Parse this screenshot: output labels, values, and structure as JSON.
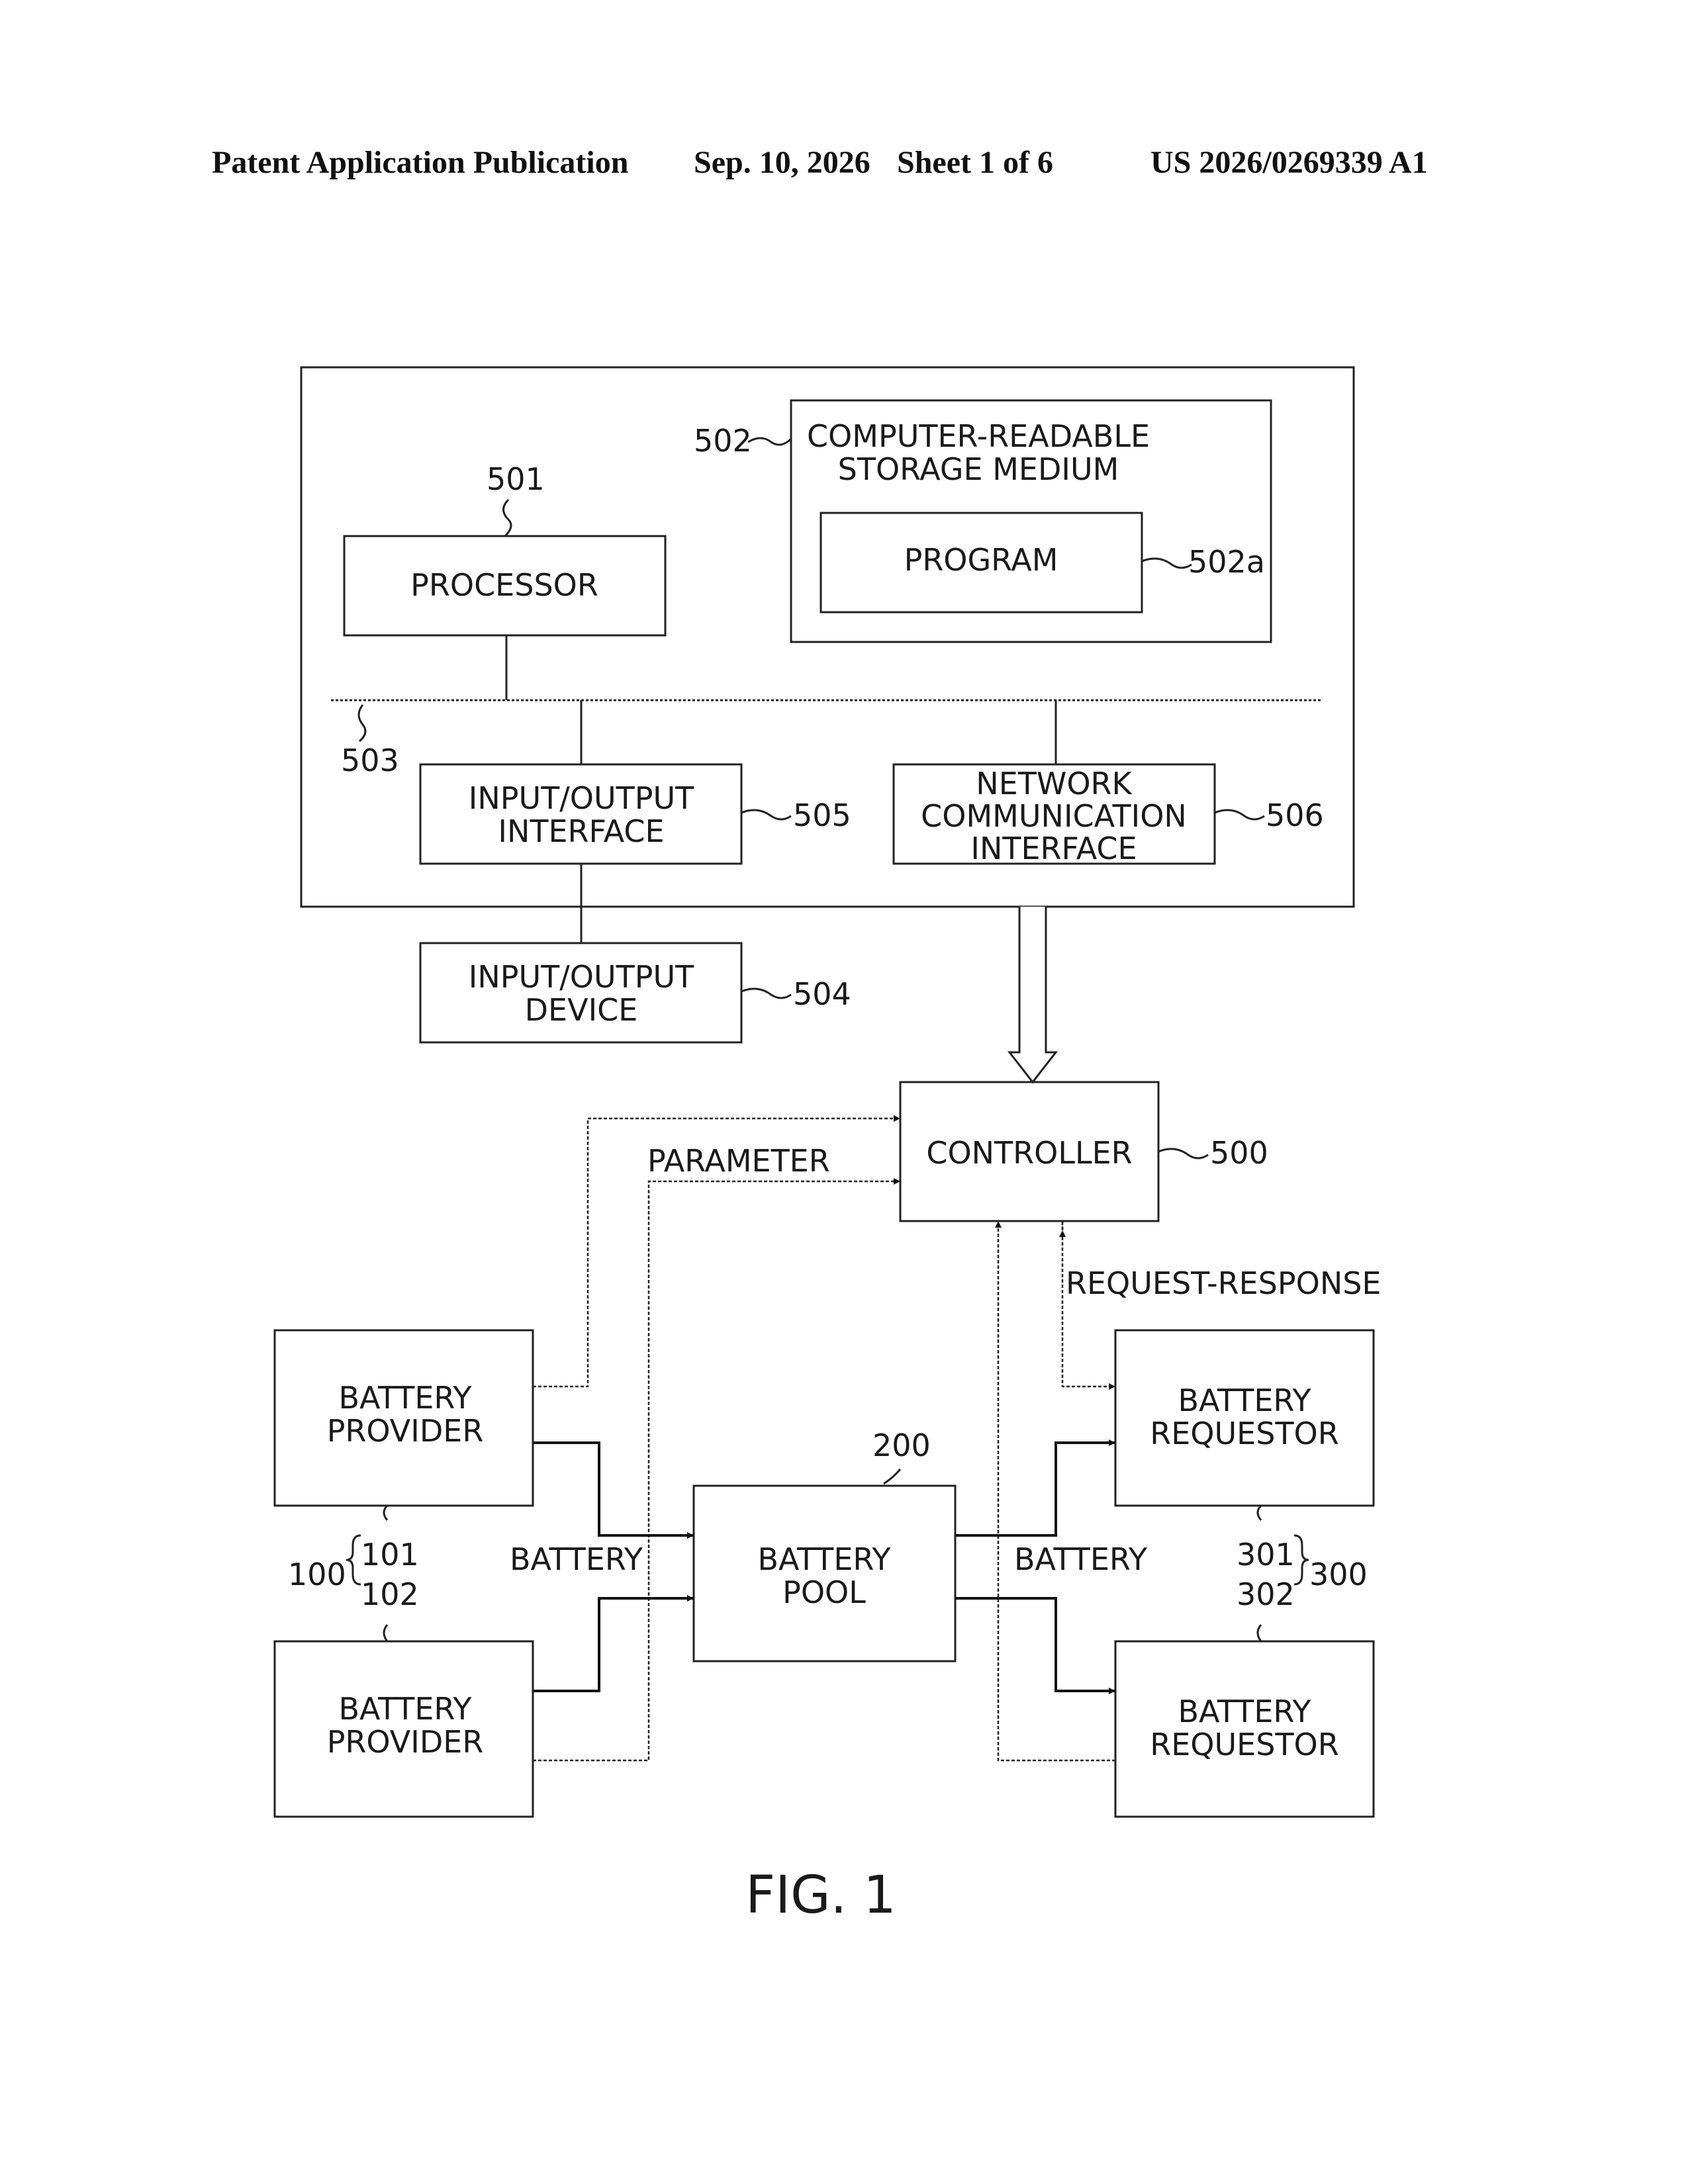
{
  "header": {
    "publication": "Patent Application Publication",
    "date": "Sep. 10, 2026",
    "sheet": "Sheet 1 of 6",
    "number": "US 2026/0269339 A1"
  },
  "figure": {
    "caption": "FIG. 1",
    "storage_medium": {
      "line1": "COMPUTER-READABLE",
      "line2": "STORAGE MEDIUM",
      "ref": "502"
    },
    "program": {
      "label": "PROGRAM",
      "ref": "502a"
    },
    "processor": {
      "label": "PROCESSOR",
      "ref": "501"
    },
    "bus": {
      "ref": "503"
    },
    "io_interface": {
      "line1": "INPUT/OUTPUT",
      "line2": "INTERFACE",
      "ref": "505"
    },
    "network_interface": {
      "line1": "NETWORK",
      "line2": "COMMUNICATION",
      "line3": "INTERFACE",
      "ref": "506"
    },
    "io_device": {
      "line1": "INPUT/OUTPUT",
      "line2": "DEVICE",
      "ref": "504"
    },
    "controller": {
      "label": "CONTROLLER",
      "ref": "500"
    },
    "parameter_label": "PARAMETER",
    "request_response_label": "REQUEST-RESPONSE",
    "provider_1": {
      "line1": "BATTERY",
      "line2": "PROVIDER",
      "ref": "101"
    },
    "provider_2": {
      "line1": "BATTERY",
      "line2": "PROVIDER",
      "ref": "102"
    },
    "provider_group_ref": "100",
    "battery_pool": {
      "line1": "BATTERY",
      "line2": "POOL",
      "ref": "200"
    },
    "battery_label_left": "BATTERY",
    "battery_label_right": "BATTERY",
    "requestor_1": {
      "line1": "BATTERY",
      "line2": "REQUESTOR",
      "ref": "301"
    },
    "requestor_2": {
      "line1": "BATTERY",
      "line2": "REQUESTOR",
      "ref": "302"
    },
    "requestor_group_ref": "300"
  }
}
